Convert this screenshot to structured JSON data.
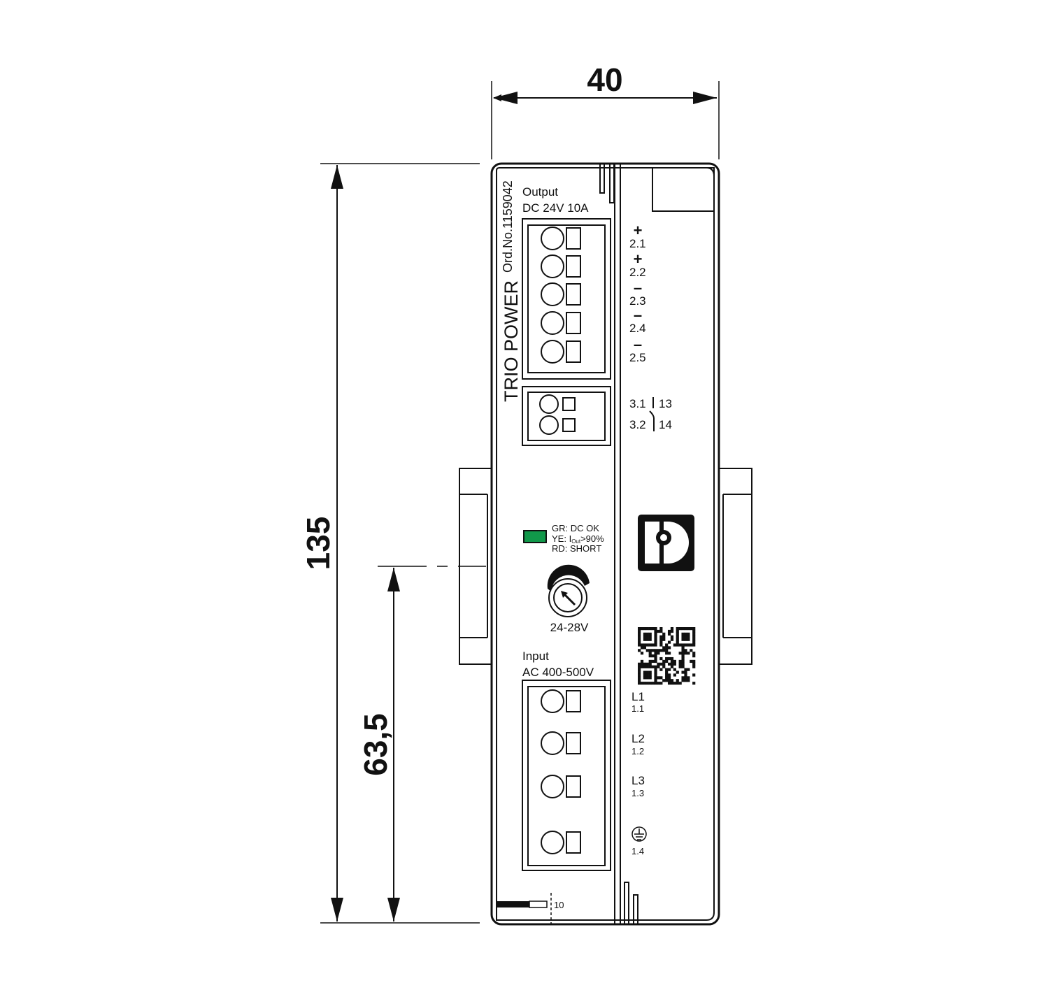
{
  "dimensions": {
    "width": "40",
    "height": "135",
    "rail_height": "63,5"
  },
  "device": {
    "brand_text": "TRIO POWER",
    "order_number": "Ord.No.1159042",
    "output_title": "Output",
    "output_rating": "DC 24V 10A",
    "output_terminals": [
      {
        "sign": "+",
        "id": "2.1"
      },
      {
        "sign": "+",
        "id": "2.2"
      },
      {
        "sign": "–",
        "id": "2.3"
      },
      {
        "sign": "–",
        "id": "2.4"
      },
      {
        "sign": "–",
        "id": "2.5"
      }
    ],
    "relay_terminals": [
      {
        "left": "3.1",
        "right": "13"
      },
      {
        "left": "3.2",
        "right": "14"
      }
    ],
    "led_color": "#11984a",
    "led_legend": [
      "GR: DC OK",
      "YE: I",
      "Out",
      ">90%",
      "RD: SHORT"
    ],
    "pot_range": "24-28V",
    "input_title": "Input",
    "input_rating": "AC 400-500V",
    "input_terminals": [
      {
        "phase": "L1",
        "id": "1.1"
      },
      {
        "phase": "L2",
        "id": "1.2"
      },
      {
        "phase": "L3",
        "id": "1.3"
      },
      {
        "phase": "ground-icon",
        "id": "1.4"
      }
    ],
    "strip_length": "10"
  }
}
